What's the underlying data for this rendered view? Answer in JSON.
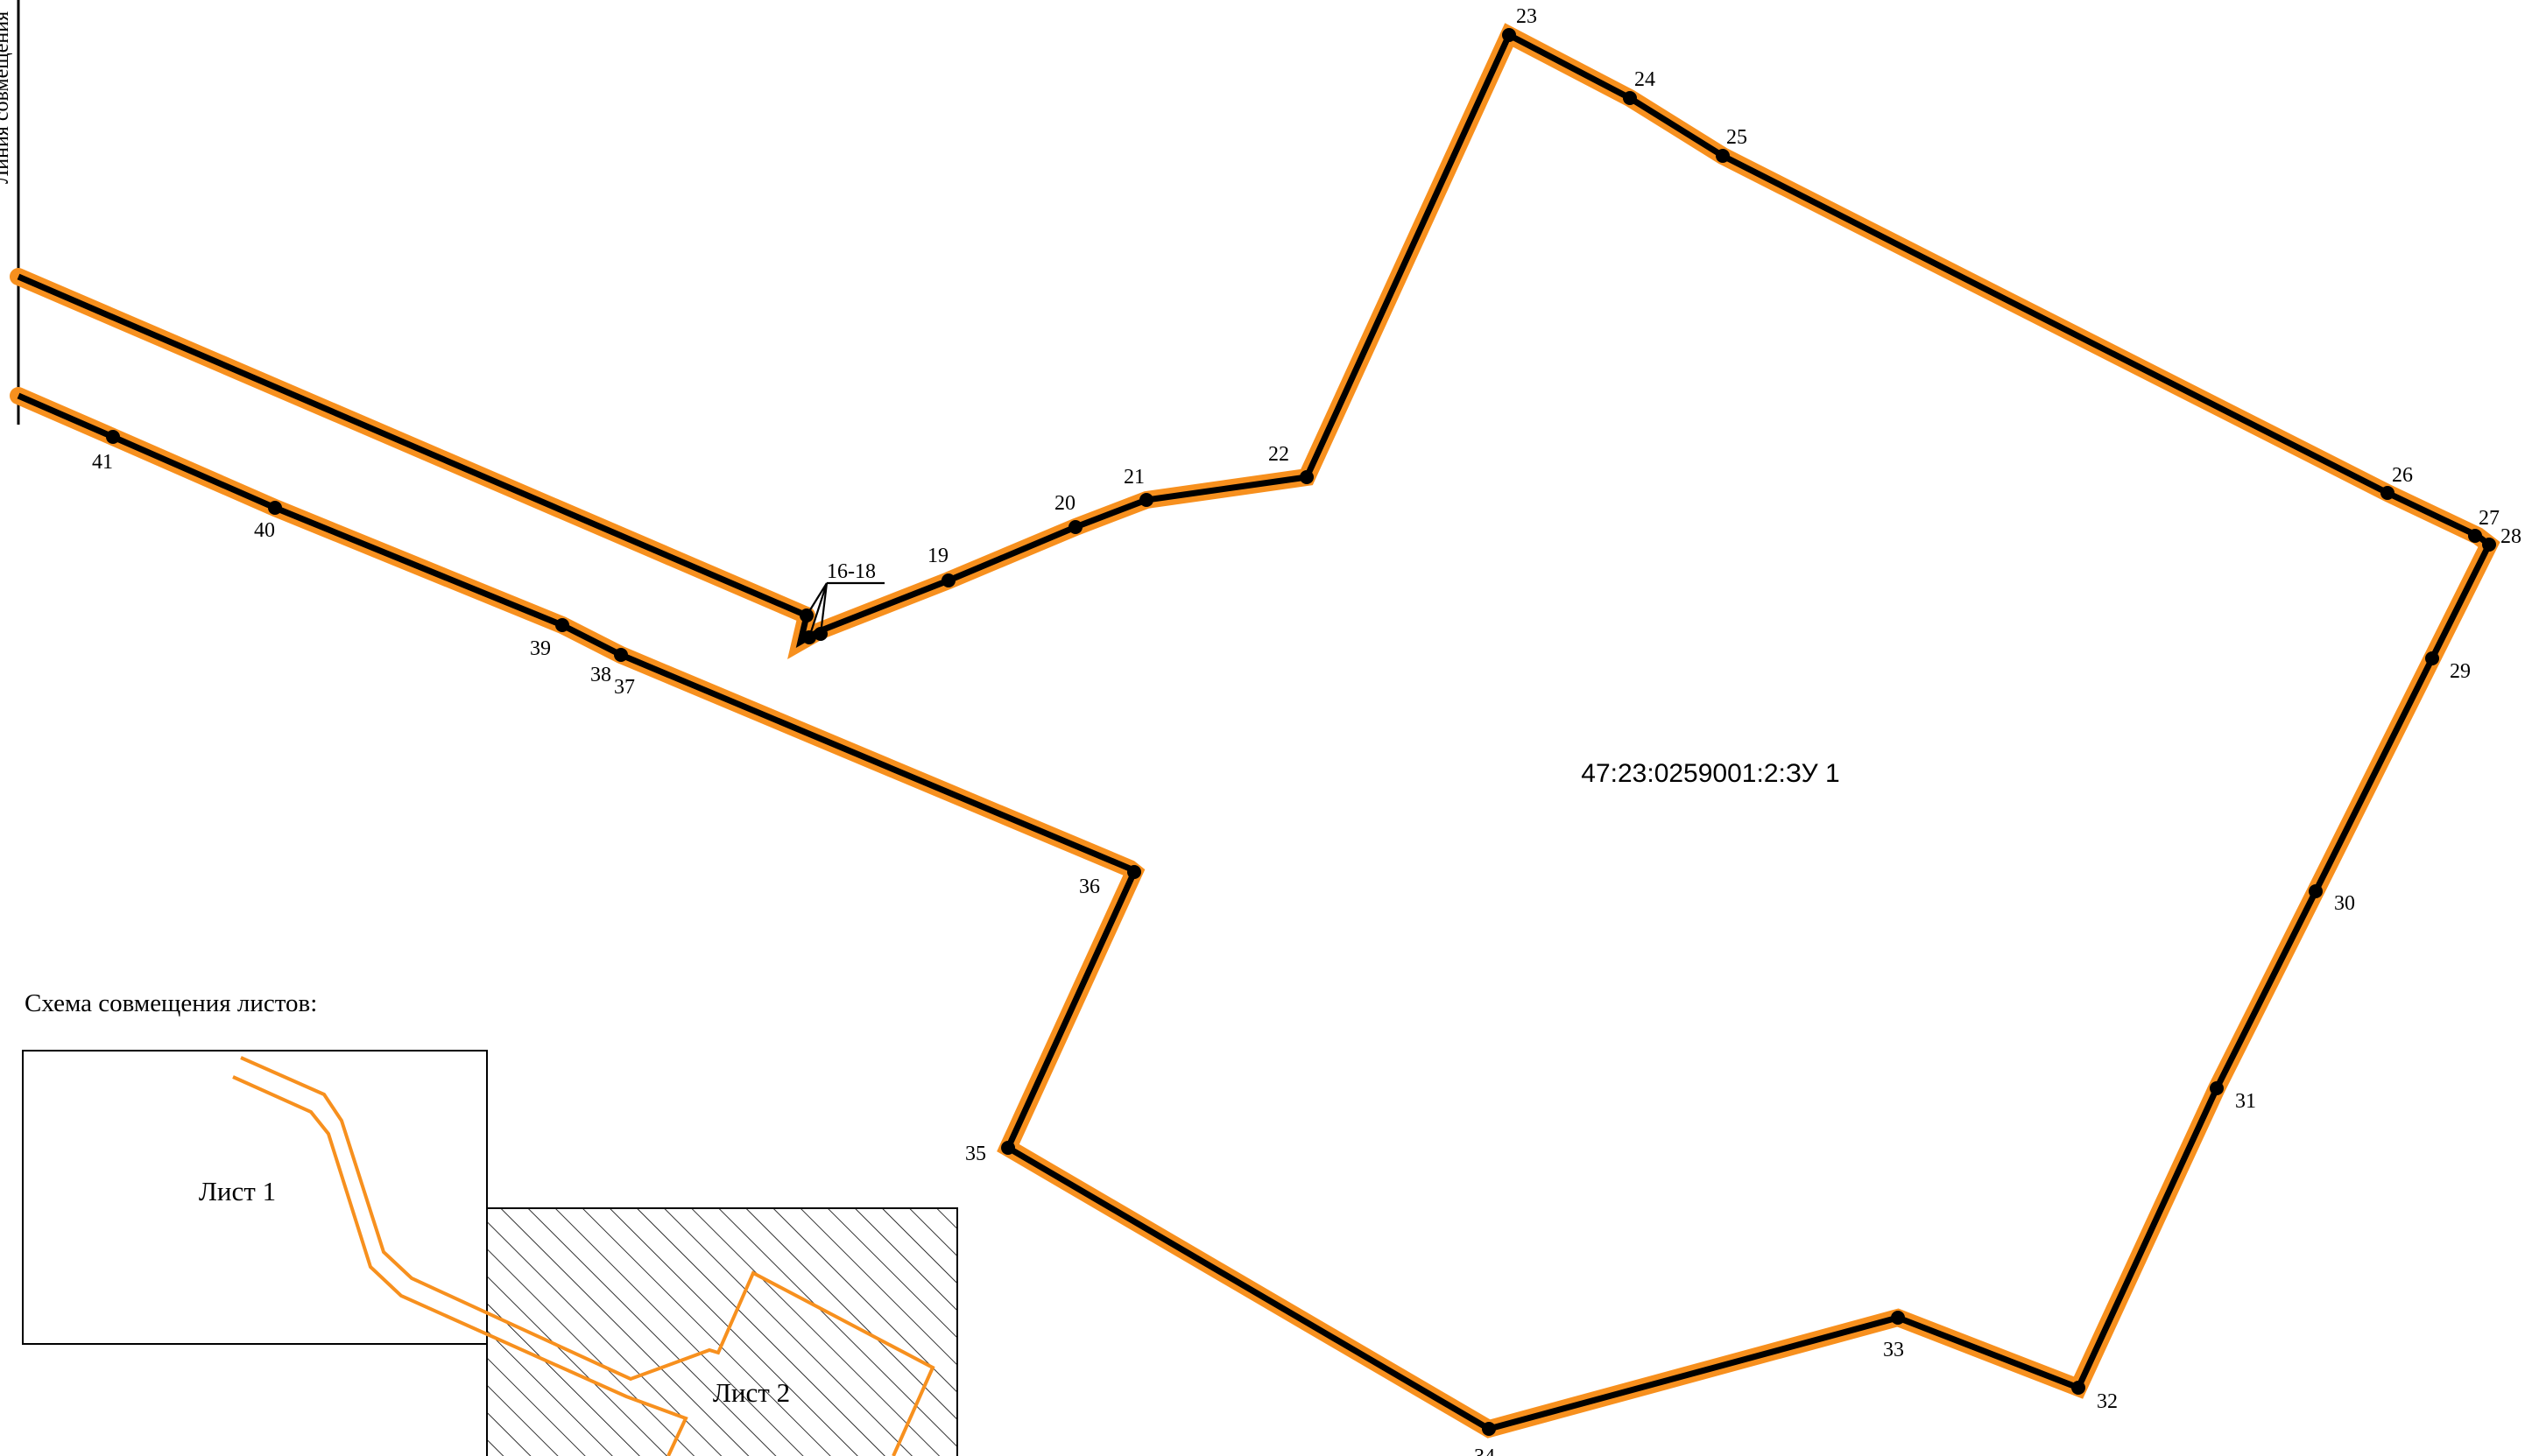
{
  "map": {
    "parcel_label": "47:23:0259001:2:ЗУ 1",
    "vertex_labels": {
      "p16_18": "16-18",
      "p19": "19",
      "p20": "20",
      "p21": "21",
      "p22": "22",
      "p23": "23",
      "p24": "24",
      "p25": "25",
      "p26": "26",
      "p27": "27",
      "p28": "28",
      "p29": "29",
      "p30": "30",
      "p31": "31",
      "p32": "32",
      "p33": "33",
      "p34": "34",
      "p35": "35",
      "p36": "36",
      "p37": "37",
      "p38": "38",
      "p39": "39",
      "p40": "40",
      "p41": "41"
    },
    "edge_text": "Линия совмещения",
    "colors": {
      "boundary": "#f7901e",
      "line": "#000000",
      "hatch": "#000000"
    }
  },
  "inset": {
    "caption": "Схема совмещения листов:",
    "sheet1": "Лист 1",
    "sheet2": "Лист 2"
  }
}
